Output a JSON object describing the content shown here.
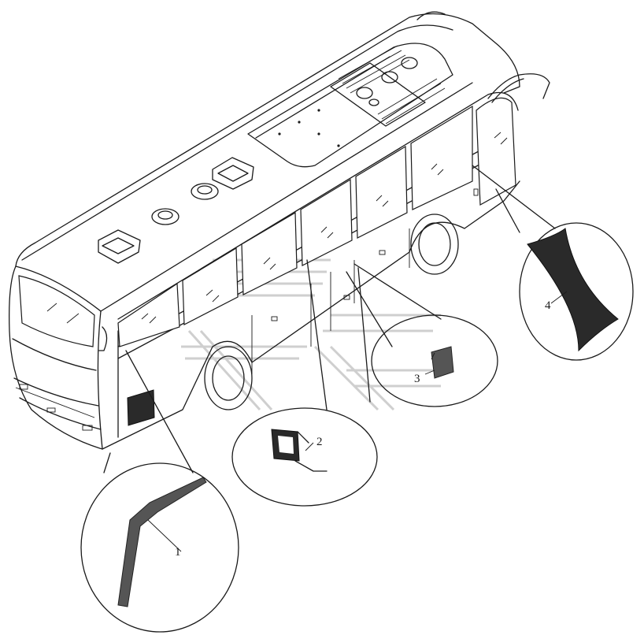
{
  "callouts": [
    {
      "label": "1"
    },
    {
      "label": "2"
    },
    {
      "label": "3"
    },
    {
      "label": "4"
    }
  ],
  "colors": {
    "line": "#1a1a1a",
    "part_fill": "#2a2a2a",
    "watermark": "#cfcfcf"
  }
}
